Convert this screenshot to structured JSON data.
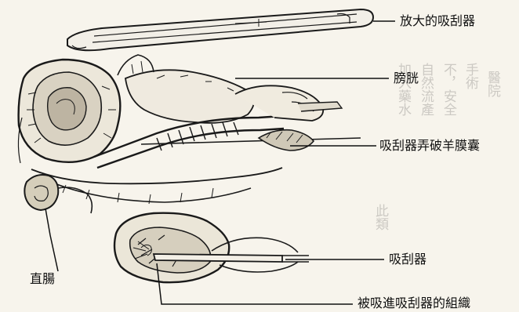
{
  "labels": {
    "suction_tip": "放大的吸刮器",
    "bladder": "膀胱",
    "amnion_rupture": "吸刮器弄破羊膜囊",
    "curette": "吸刮器",
    "rectum": "直腸",
    "aspirated_tissue": "被吸進吸刮器的組織"
  }
}
